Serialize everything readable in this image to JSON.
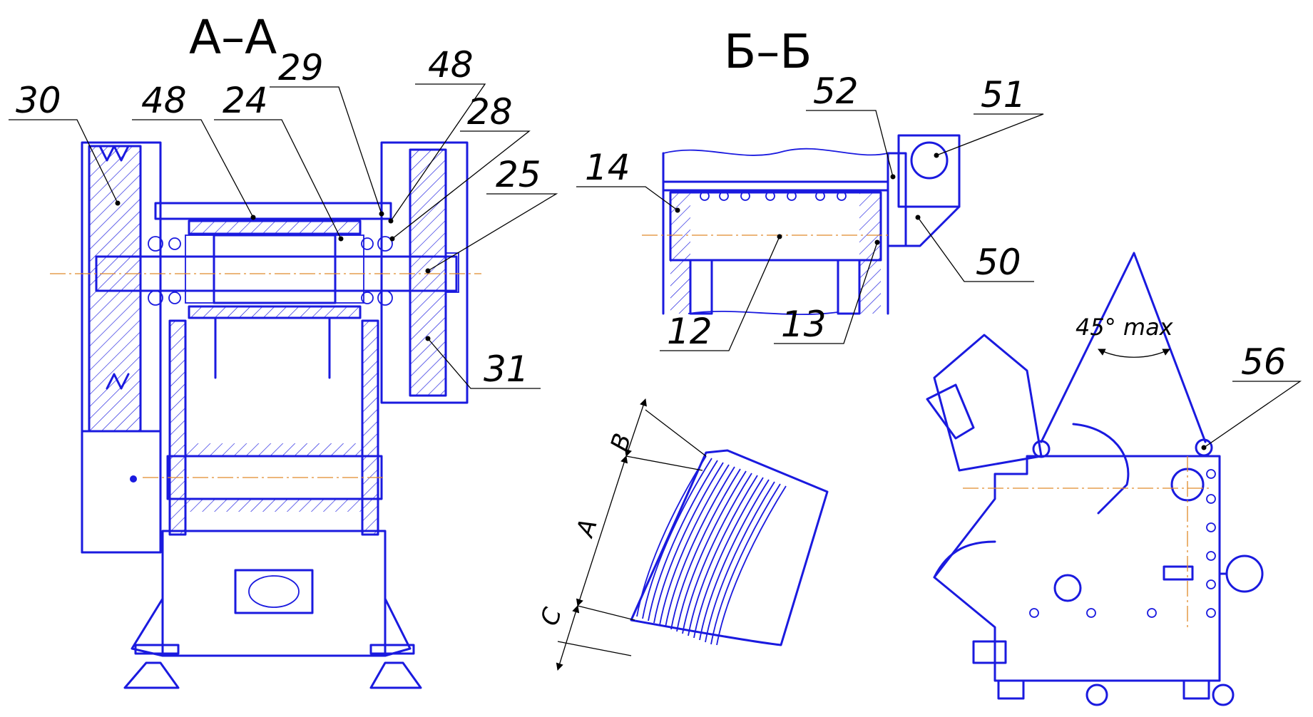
{
  "sections": {
    "aa": {
      "title": "А–А"
    },
    "bb": {
      "title": "Б–Б"
    }
  },
  "callouts": {
    "aa": [
      "30",
      "48",
      "24",
      "29",
      "48",
      "28",
      "25",
      "31"
    ],
    "bb": [
      "52",
      "51",
      "14",
      "50",
      "12",
      "13"
    ],
    "side": [
      "56"
    ]
  },
  "dimensions": {
    "b": "B",
    "a": "A",
    "c": "C"
  },
  "angle": {
    "label": "45° max"
  },
  "colors": {
    "outline": "#1a1adf",
    "axis": "#e08a2a",
    "leader": "#000000"
  }
}
